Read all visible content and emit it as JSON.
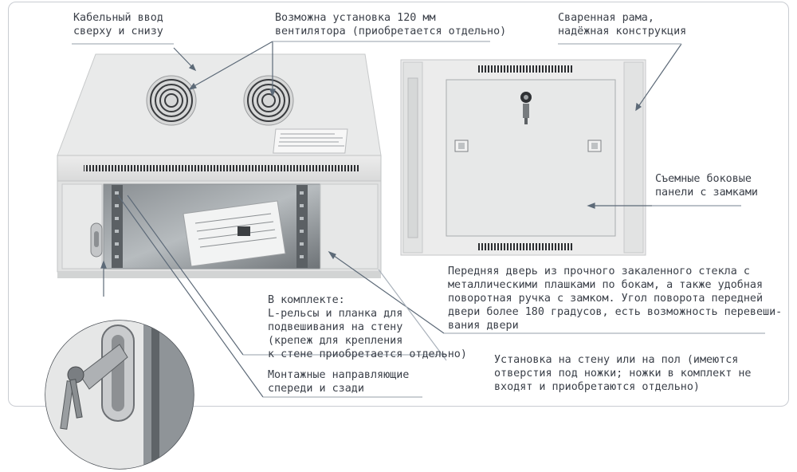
{
  "callouts": {
    "cable_entry": "Кабельный ввод\nсверху и снизу",
    "fan": "Возможна установка 120 мм\nвентилятора (приобретается отдельно)",
    "welded_frame": "Сваренная рама,\nнадёжная конструкция",
    "side_panels": "Съемные боковые\nпанели с замками",
    "front_door": "Передняя дверь из прочного закаленного стекла с\nметаллическими плашками по бокам, а также удобная\nповоротная ручка с замком. Угол поворота передней\nдвери более 180 градусов, есть возможность перевеши-\nвания двери",
    "kit": "В комплекте:\nL-рельсы и планка для\nподвешивания на стену\n(крепеж для крепления\nк стене приобретается отдельно)",
    "mounting_rails": "Монтажные направляющие\nспереди и сзади",
    "installation": "Установка на стену или на пол (имеются\nотверстия под ножки; ножки в комплект не\nвходят и приобретаются отдельно)"
  },
  "colors": {
    "cabinet": "#e4e5e5",
    "frame_border": "#c9ccd2",
    "leader_line": "#5d6a78",
    "text": "#3a3f48"
  }
}
